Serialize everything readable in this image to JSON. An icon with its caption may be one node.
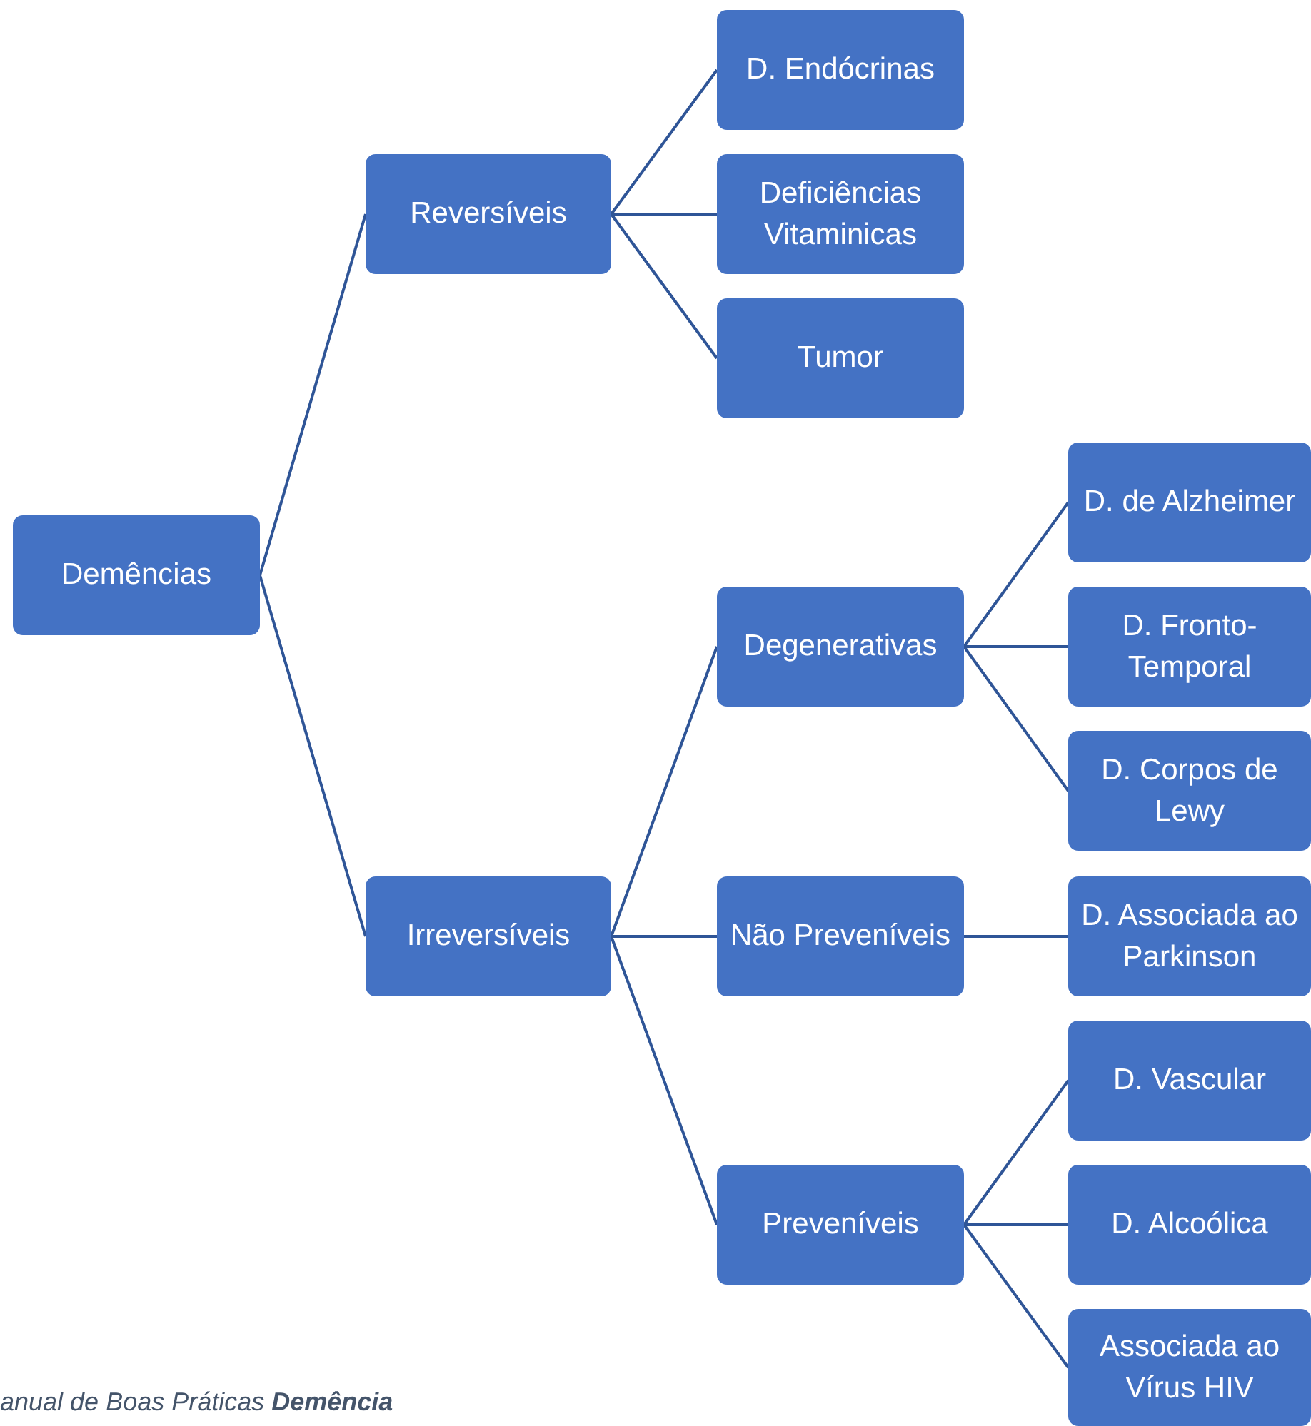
{
  "diagram": {
    "caption": "anual de Boas Práticas **Demência**",
    "nodes": [
      {
        "text": [
          "Demências"
        ]
      },
      {
        "text": [
          "Reversíveis"
        ]
      },
      {
        "text": [
          "D. Endócrinas"
        ]
      },
      {
        "text": [
          "Deficiências Vitaminicas"
        ]
      },
      {
        "text": [
          "Tumor"
        ]
      },
      {
        "text": [
          "Irreversíveis"
        ]
      },
      {
        "text": [
          "Degenerativas"
        ]
      },
      {
        "text": [
          "D. de Alzheimer"
        ]
      },
      {
        "text": [
          "D. Fronto-Temporal"
        ]
      },
      {
        "text": [
          "D. Corpos de Lewy"
        ]
      },
      {
        "text": [
          "Não Preveníveis"
        ]
      },
      {
        "text": [
          "D. Associada ao Parkinson"
        ]
      },
      {
        "text": [
          "Preveníveis"
        ]
      },
      {
        "text": [
          "D. Vascular"
        ]
      },
      {
        "text": [
          "D. Alcoólica"
        ]
      },
      {
        "text": [
          "Associada ao Vírus HIV"
        ]
      }
    ],
    "edges": [
      {
        "from": 0,
        "to": 1,
        "arrow": "none"
      },
      {
        "from": 0,
        "to": 5,
        "arrow": "none"
      },
      {
        "from": 1,
        "to": 2,
        "arrow": "none"
      },
      {
        "from": 1,
        "to": 3,
        "arrow": "none"
      },
      {
        "from": 1,
        "to": 4,
        "arrow": "none"
      },
      {
        "from": 5,
        "to": 6,
        "arrow": "none"
      },
      {
        "from": 5,
        "to": 10,
        "arrow": "none"
      },
      {
        "from": 5,
        "to": 12,
        "arrow": "none"
      },
      {
        "from": 6,
        "to": 7,
        "arrow": "none"
      },
      {
        "from": 6,
        "to": 8,
        "arrow": "none"
      },
      {
        "from": 6,
        "to": 9,
        "arrow": "none"
      },
      {
        "from": 10,
        "to": 11,
        "arrow": "none"
      },
      {
        "from": 12,
        "to": 13,
        "arrow": "none"
      },
      {
        "from": 12,
        "to": 14,
        "arrow": "none"
      },
      {
        "from": 12,
        "to": 15,
        "arrow": "none"
      }
    ]
  }
}
